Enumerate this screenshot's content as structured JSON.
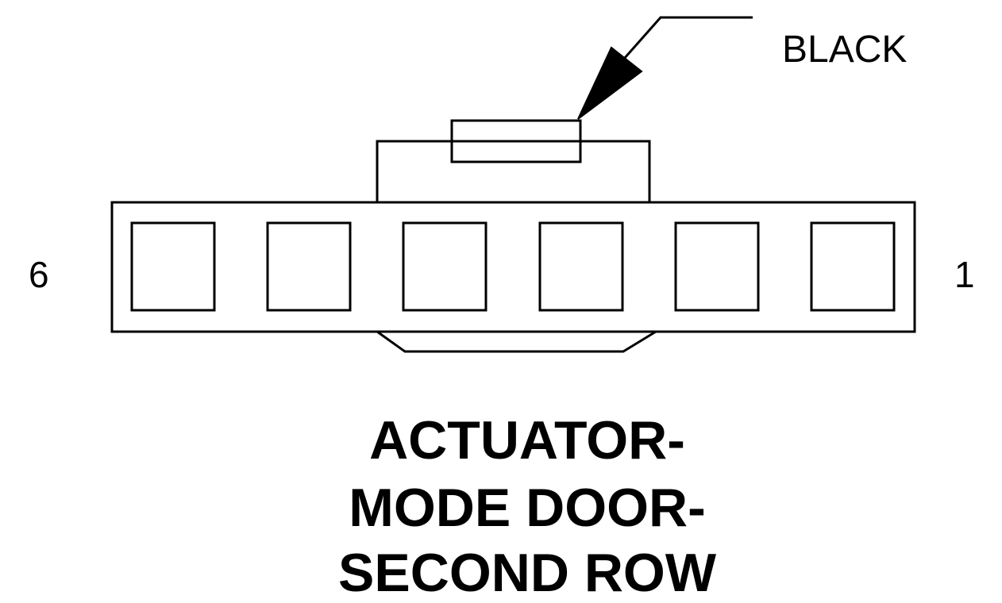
{
  "connector": {
    "wire_color_label": "BLACK",
    "pin_left_label": "6",
    "pin_right_label": "1",
    "cavity_count": 6
  },
  "title": {
    "line1": "ACTUATOR-",
    "line2": "MODE DOOR-",
    "line3": "SECOND ROW"
  }
}
